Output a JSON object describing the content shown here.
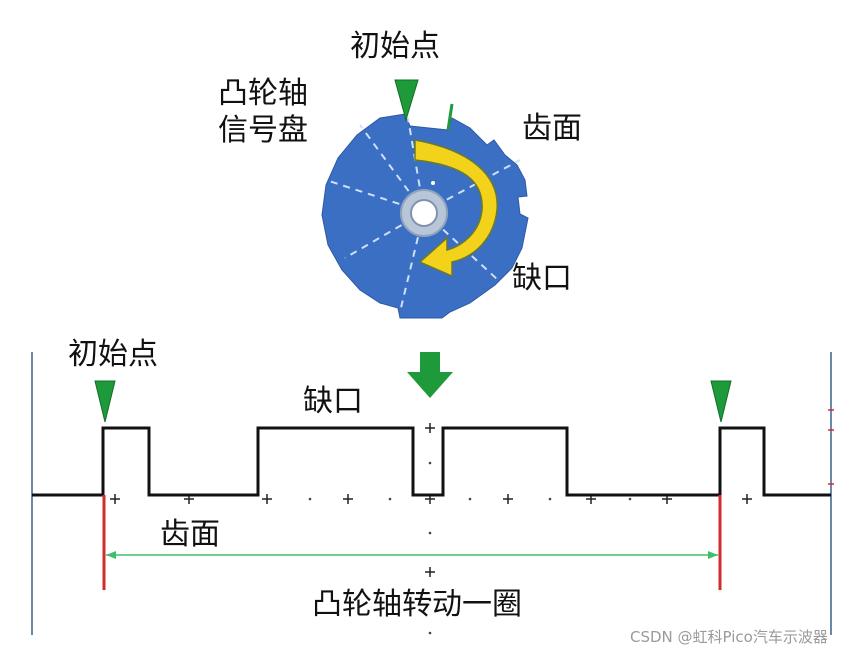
{
  "disc": {
    "start_label": "初始点",
    "name_line1": "凸轮轴",
    "name_line2": "信号盘",
    "tooth_label": "齿面",
    "gap_label": "缺口"
  },
  "waveform": {
    "start_label": "初始点",
    "gap_label": "缺口",
    "tooth_label": "齿面",
    "revolution_label": "凸轮轴转动一圈"
  },
  "watermark": "CSDN @虹科Pico汽车示波器",
  "colors": {
    "disc_blue": "#3a6fc4",
    "arrow_yellow": "#f2d21b",
    "marker_green": "#1f9a3a",
    "marker_red": "#d22b2b",
    "span_green": "#3fbf6a",
    "signal": "#111111"
  }
}
